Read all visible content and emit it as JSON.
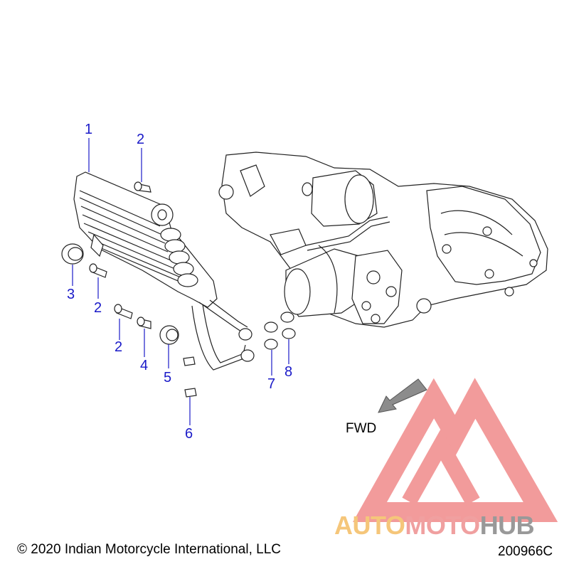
{
  "diagram": {
    "callouts": [
      {
        "id": "c1",
        "label": "1"
      },
      {
        "id": "c2a",
        "label": "2"
      },
      {
        "id": "c2b",
        "label": "2"
      },
      {
        "id": "c2c",
        "label": "2"
      },
      {
        "id": "c3",
        "label": "3"
      },
      {
        "id": "c4",
        "label": "4"
      },
      {
        "id": "c5",
        "label": "5"
      },
      {
        "id": "c6",
        "label": "6"
      },
      {
        "id": "c7",
        "label": "7"
      },
      {
        "id": "c8",
        "label": "8"
      }
    ],
    "direction_label": "FWD",
    "copyright": "© 2020 Indian Motorcycle International, LLC",
    "figure_number": "200966C",
    "callout_color": "#1a1ac8"
  },
  "watermark": {
    "part1": "AUTO",
    "part2": "MOTO",
    "part3": "HUB",
    "colors": {
      "triangle": "#f08a8a",
      "part1": "#f5c67a",
      "part2": "#f0a0a0",
      "part3": "#999999"
    }
  }
}
